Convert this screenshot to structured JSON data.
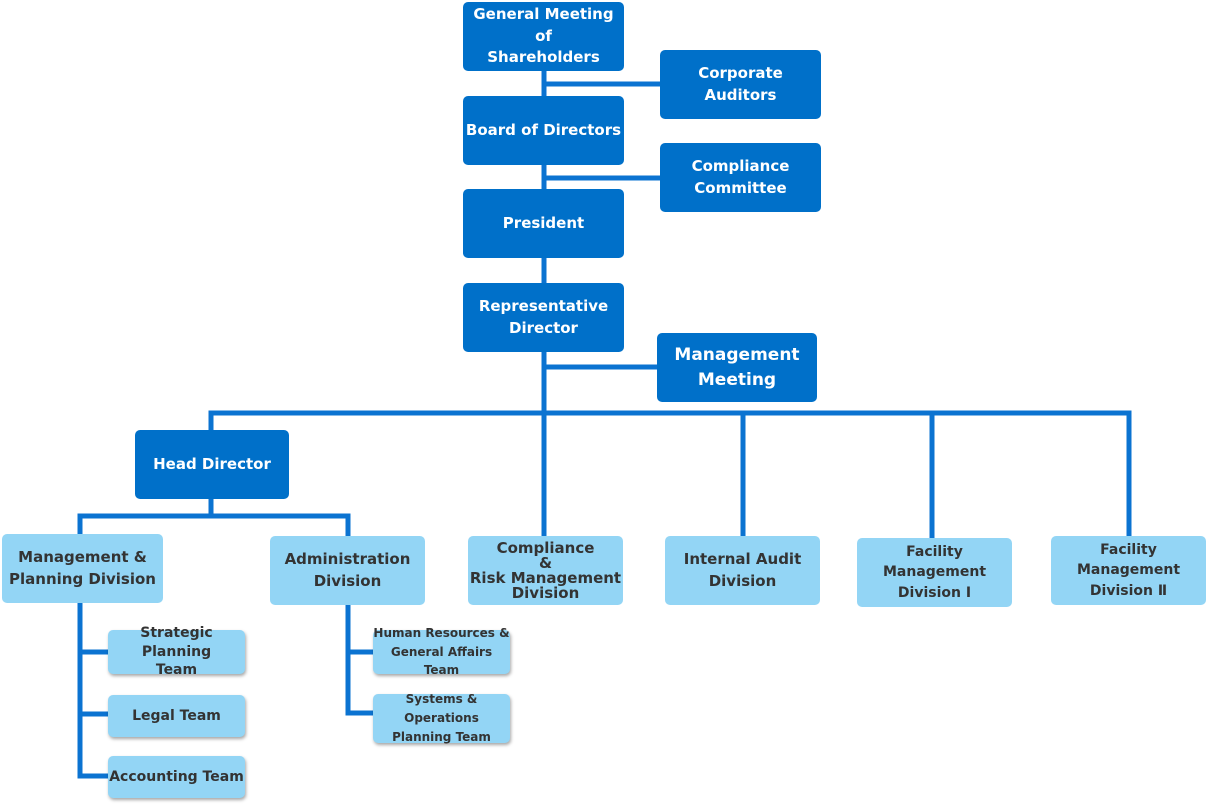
{
  "nodes": {
    "shareholders": "General Meeting of\nShareholders",
    "auditors": "Corporate Auditors",
    "board": "Board of Directors",
    "compliance_committee": "Compliance\nCommittee",
    "president": "President",
    "rep_director": "Representative\nDirector",
    "management_meeting": "Management\nMeeting",
    "head_director": "Head Director",
    "mgmt_planning": "Management &\nPlanning Division",
    "administration": "Administration\nDivision",
    "compliance_risk": "Compliance\n&\nRisk Management\nDivision",
    "internal_audit": "Internal Audit\nDivision",
    "facility1": "Facility Management\nDivision Ⅰ",
    "facility2": "Facility Management\nDivision Ⅱ",
    "strategic": "Strategic Planning\nTeam",
    "legal": "Legal Team",
    "accounting": "Accounting Team",
    "hr": "Human Resources &\nGeneral Affairs Team",
    "systems": "Systems & Operations\nPlanning Team"
  },
  "colors": {
    "primary": "#0070c9",
    "secondary": "#93d5f5",
    "connector": "#0b73d1"
  }
}
